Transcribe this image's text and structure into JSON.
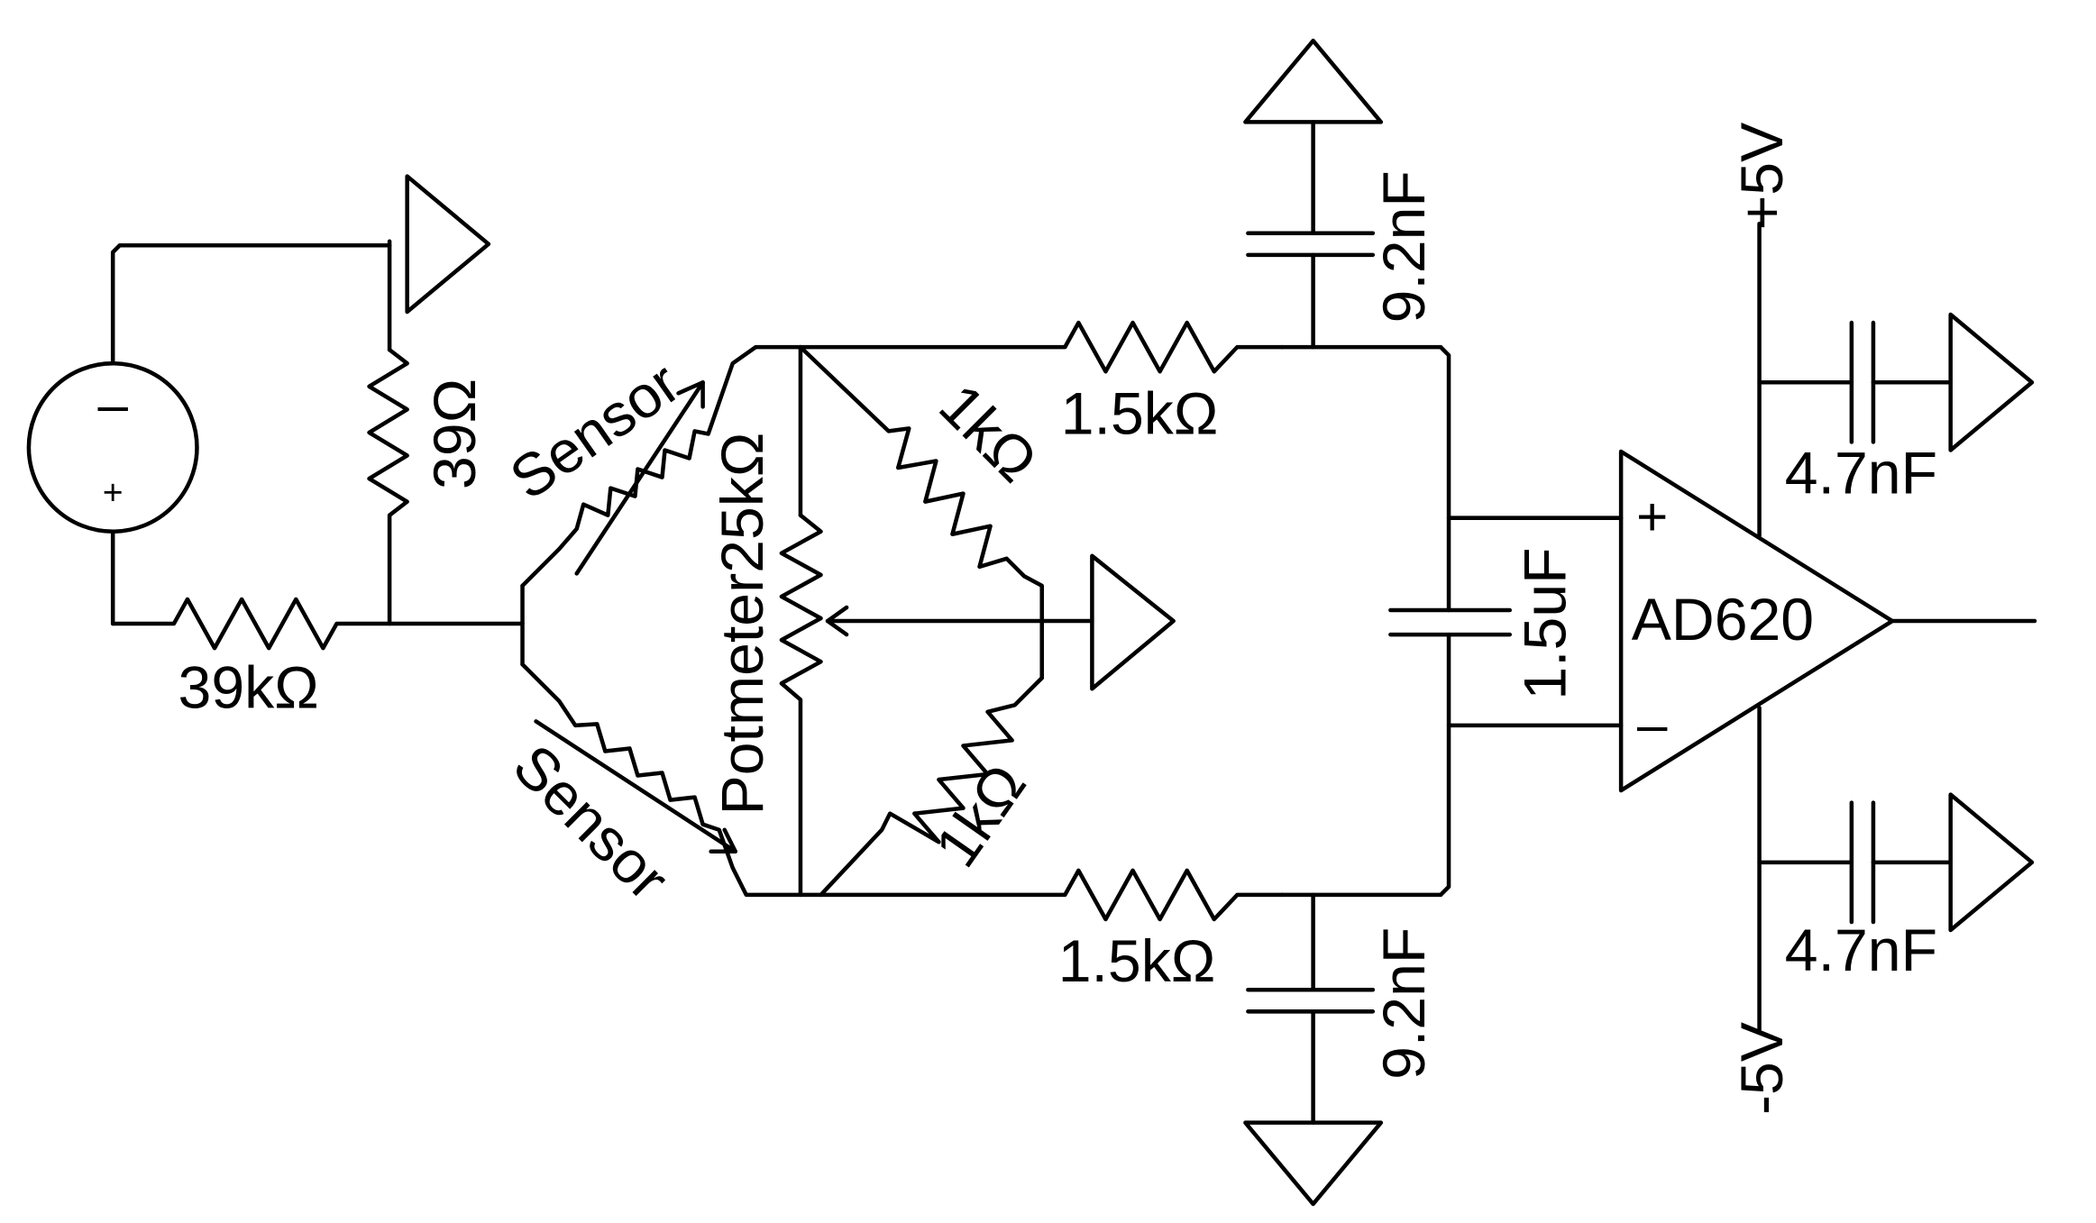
{
  "labels": {
    "r_39k": "39kΩ",
    "r_39": "39Ω",
    "sensor_top": "Sensor",
    "sensor_bottom": "Sensor",
    "potmeter": "Potmeter25kΩ",
    "r_1k_top": "1kΩ",
    "r_1k_bottom": "1kΩ",
    "r_1_5k_top": "1.5kΩ",
    "r_1_5k_bottom": "1.5kΩ",
    "c_9_2nF_top": "9.2nF",
    "c_9_2nF_bottom": "9.2nF",
    "c_1_5uF": "1.5uF",
    "c_4_7nF_top": "4.7nF",
    "c_4_7nF_bottom": "4.7nF",
    "amp": "AD620",
    "vpos": "+5V",
    "vneg": "-5V",
    "amp_plus": "+",
    "amp_minus": "–",
    "src_minus": "–",
    "src_plus": "+"
  }
}
